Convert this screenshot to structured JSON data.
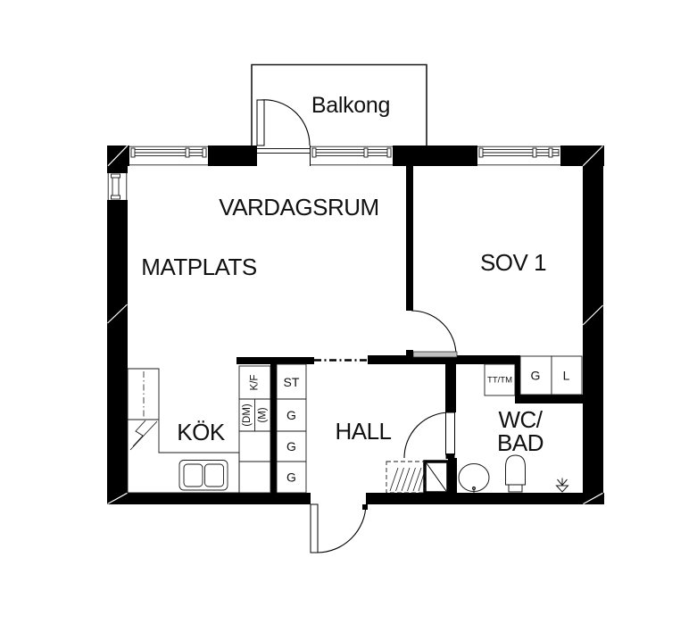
{
  "rooms": {
    "balcony": "Balkong",
    "living_room": "VARDAGSRUM",
    "dining_area": "MATPLATS",
    "bedroom": "SOV 1",
    "kitchen": "KÖK",
    "hall": "HALL",
    "bathroom_line1": "WC/",
    "bathroom_line2": "BAD"
  },
  "fixtures": {
    "fridge_freezer": "K/F",
    "dishwasher": "(DM)",
    "microwave": "(M)",
    "cleaning_cabinet": "ST",
    "hall_wardrobes": [
      "G",
      "G",
      "G"
    ],
    "washer_dryer": "TT/TM",
    "bedroom_wardrobe": "G",
    "linen_cabinet": "L"
  },
  "colors": {
    "wall": "#000000",
    "background": "#ffffff",
    "thin_line": "#1a1a1a"
  }
}
